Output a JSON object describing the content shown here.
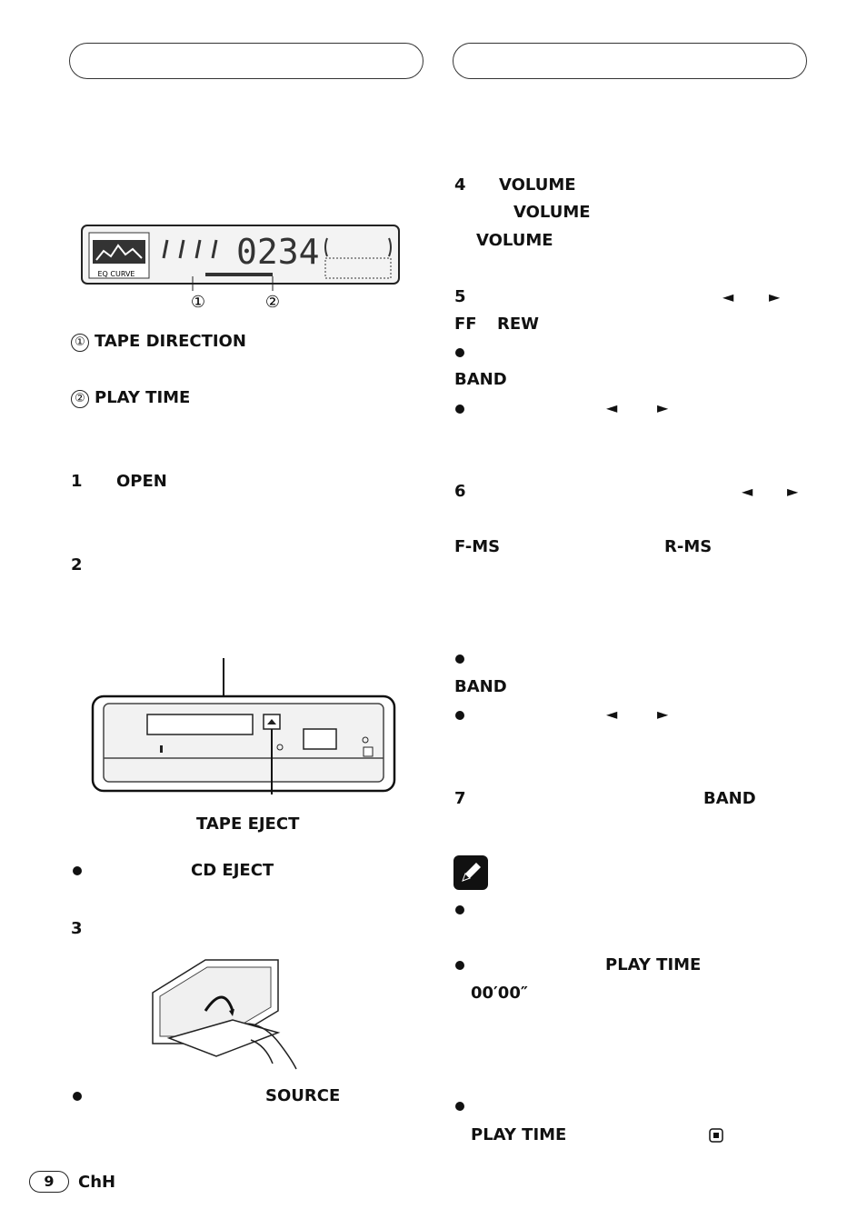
{
  "header": {
    "left_pill": "",
    "right_pill": ""
  },
  "display": {
    "digits": "0234",
    "eq_label": "EQ CURVE",
    "callout_1": "①",
    "callout_2": "②"
  },
  "left": {
    "item1_num": "①",
    "item1_label": "TAPE DIRECTION",
    "item2_num": "②",
    "item2_label": "PLAY TIME",
    "step1_num": "1",
    "step1_key": "OPEN",
    "step2_num": "2",
    "tape_eject_label": "TAPE EJECT",
    "bullet_cd_eject": "CD EJECT",
    "step3_num": "3",
    "bullet_source": "SOURCE"
  },
  "right": {
    "step4_num": "4",
    "step4_key1": "VOLUME",
    "step4_key2": "VOLUME",
    "step4_key3": "VOLUME",
    "step5_num": "5",
    "step5_left": "◄",
    "step5_right": "►",
    "ff": "FF",
    "rew": "REW",
    "band1": "BAND",
    "bullet1_left": "◄",
    "bullet1_right": "►",
    "step6_num": "6",
    "step6_left": "◄",
    "step6_right": "►",
    "fms": "F-MS",
    "rms": "R-MS",
    "band2": "BAND",
    "bullet2_left": "◄",
    "bullet2_right": "►",
    "step7_num": "7",
    "step7_band": "BAND",
    "note_play_time": "PLAY TIME",
    "note_time": "00′00″",
    "note_play_time2": "PLAY TIME"
  },
  "footer": {
    "page_number": "9",
    "lang": "ChH"
  }
}
